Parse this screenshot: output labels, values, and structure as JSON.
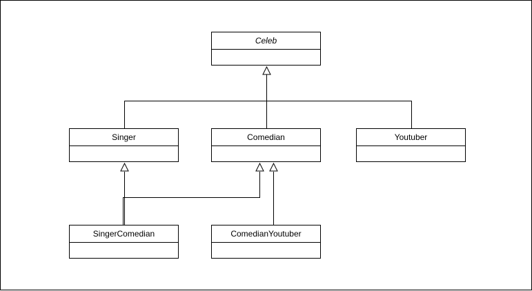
{
  "diagram": {
    "type": "uml-class-diagram",
    "classes": {
      "celeb": {
        "name": "Celeb",
        "abstract": true
      },
      "singer": {
        "name": "Singer"
      },
      "comedian": {
        "name": "Comedian"
      },
      "youtuber": {
        "name": "Youtuber"
      },
      "singer_comedian": {
        "name": "SingerComedian"
      },
      "comedian_youtuber": {
        "name": "ComedianYoutuber"
      }
    },
    "generalizations": [
      {
        "child": "Singer",
        "parent": "Celeb"
      },
      {
        "child": "Comedian",
        "parent": "Celeb"
      },
      {
        "child": "Youtuber",
        "parent": "Celeb"
      },
      {
        "child": "SingerComedian",
        "parent": "Singer"
      },
      {
        "child": "SingerComedian",
        "parent": "Comedian"
      },
      {
        "child": "ComedianYoutuber",
        "parent": "Comedian"
      }
    ]
  }
}
